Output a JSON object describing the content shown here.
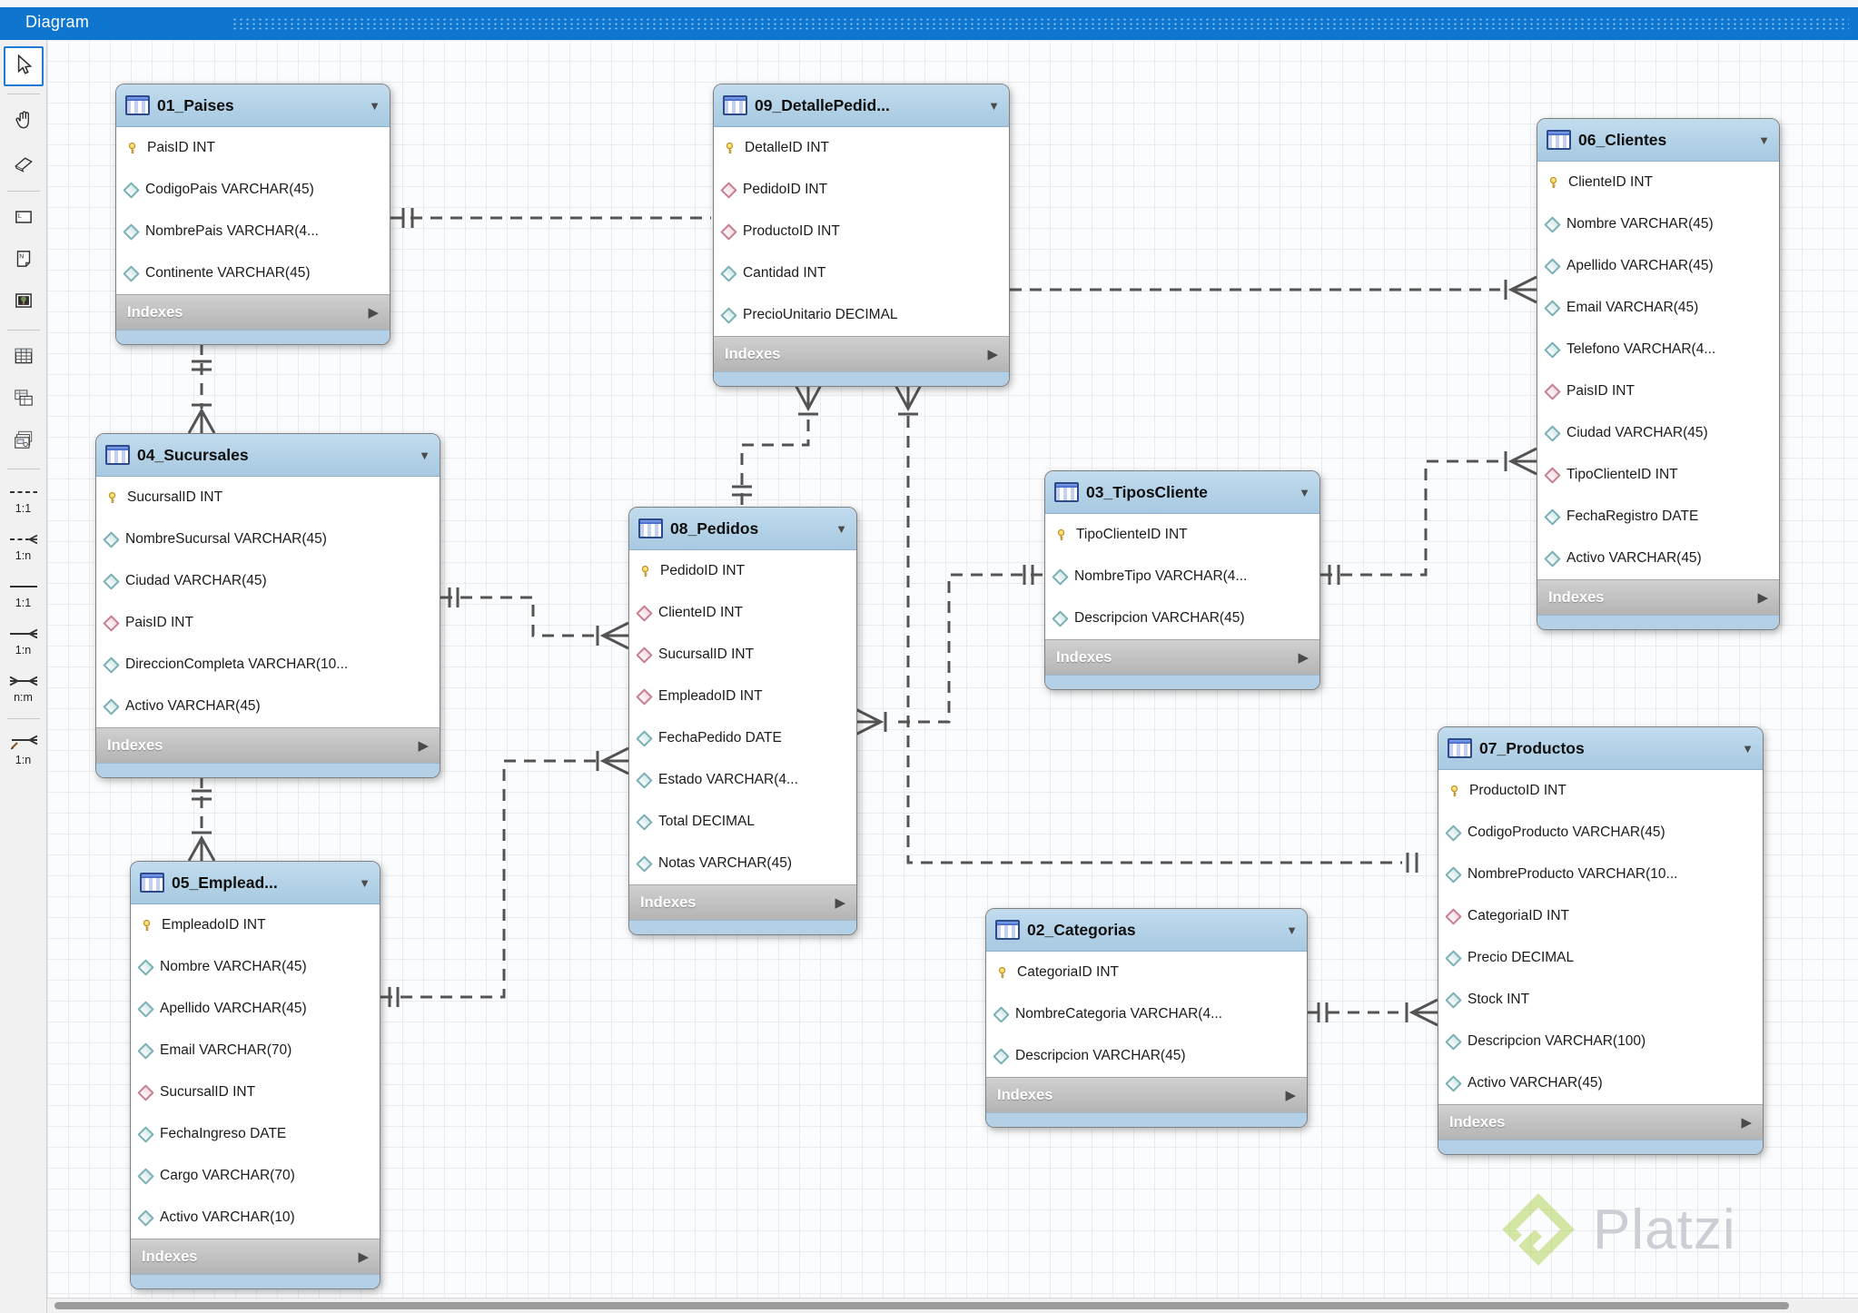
{
  "titlebar": {
    "title": "Diagram"
  },
  "labels": {
    "indexes": "Indexes"
  },
  "toolbar": {
    "tools": [
      {
        "name": "select-tool",
        "icon": "cursor-icon",
        "selected": true
      },
      {
        "sep": true
      },
      {
        "name": "pan-tool",
        "icon": "hand-icon"
      },
      {
        "name": "eraser-tool",
        "icon": "eraser-icon"
      },
      {
        "sep": true
      },
      {
        "name": "layer-tool",
        "icon": "layer-icon"
      },
      {
        "name": "note-tool",
        "icon": "note-icon"
      },
      {
        "name": "image-tool",
        "icon": "image-icon"
      },
      {
        "sep": true
      },
      {
        "name": "table-tool",
        "icon": "table-icon"
      },
      {
        "name": "view-tool",
        "icon": "view-icon"
      },
      {
        "name": "routine-group-tool",
        "icon": "routine-group-icon"
      },
      {
        "sep": true
      },
      {
        "name": "rel-1-1-non-identifying-tool",
        "icon": "rel-1-1-dashed-icon",
        "label": "1:1"
      },
      {
        "name": "rel-1-n-non-identifying-tool",
        "icon": "rel-1-n-dashed-icon",
        "label": "1:n"
      },
      {
        "name": "rel-1-1-identifying-tool",
        "icon": "rel-1-1-solid-icon",
        "label": "1:1"
      },
      {
        "name": "rel-1-n-identifying-tool",
        "icon": "rel-1-n-solid-icon",
        "label": "1:n"
      },
      {
        "name": "rel-n-m-tool",
        "icon": "rel-n-m-icon",
        "label": "n:m"
      },
      {
        "sep": true
      },
      {
        "name": "rel-1-n-pick-tool",
        "icon": "rel-1-n-pick-icon",
        "label": "1:n"
      }
    ]
  },
  "tables": [
    {
      "key": "paises",
      "title": "01_Paises",
      "columns": [
        {
          "kind": "pk",
          "text": "PaisID INT"
        },
        {
          "kind": "col",
          "text": "CodigoPais VARCHAR(45)"
        },
        {
          "kind": "col",
          "text": "NombrePais VARCHAR(4..."
        },
        {
          "kind": "col",
          "text": "Continente VARCHAR(45)"
        }
      ]
    },
    {
      "key": "detallepedidos",
      "title": "09_DetallePedid...",
      "columns": [
        {
          "kind": "pk",
          "text": "DetalleID INT"
        },
        {
          "kind": "fk",
          "text": "PedidoID INT"
        },
        {
          "kind": "fk",
          "text": "ProductoID INT"
        },
        {
          "kind": "col",
          "text": "Cantidad INT"
        },
        {
          "kind": "col",
          "text": "PrecioUnitario DECIMAL"
        }
      ]
    },
    {
      "key": "clientes",
      "title": "06_Clientes",
      "columns": [
        {
          "kind": "pk",
          "text": "ClienteID INT"
        },
        {
          "kind": "col",
          "text": "Nombre VARCHAR(45)"
        },
        {
          "kind": "col",
          "text": "Apellido VARCHAR(45)"
        },
        {
          "kind": "col",
          "text": "Email VARCHAR(45)"
        },
        {
          "kind": "col",
          "text": "Telefono VARCHAR(4..."
        },
        {
          "kind": "fk",
          "text": "PaisID INT"
        },
        {
          "kind": "col",
          "text": "Ciudad VARCHAR(45)"
        },
        {
          "kind": "fk",
          "text": "TipoClienteID INT"
        },
        {
          "kind": "col",
          "text": "FechaRegistro DATE"
        },
        {
          "kind": "col",
          "text": "Activo VARCHAR(45)"
        }
      ]
    },
    {
      "key": "sucursales",
      "title": "04_Sucursales",
      "columns": [
        {
          "kind": "pk",
          "text": "SucursalID INT"
        },
        {
          "kind": "col",
          "text": "NombreSucursal VARCHAR(45)"
        },
        {
          "kind": "col",
          "text": "Ciudad VARCHAR(45)"
        },
        {
          "kind": "fk",
          "text": "PaisID INT"
        },
        {
          "kind": "col",
          "text": "DireccionCompleta VARCHAR(10..."
        },
        {
          "kind": "col",
          "text": "Activo VARCHAR(45)"
        }
      ]
    },
    {
      "key": "pedidos",
      "title": "08_Pedidos",
      "columns": [
        {
          "kind": "pk",
          "text": "PedidoID INT"
        },
        {
          "kind": "fk",
          "text": "ClienteID INT"
        },
        {
          "kind": "fk",
          "text": "SucursalID INT"
        },
        {
          "kind": "fk",
          "text": "EmpleadoID INT"
        },
        {
          "kind": "col",
          "text": "FechaPedido DATE"
        },
        {
          "kind": "col",
          "text": "Estado VARCHAR(4..."
        },
        {
          "kind": "col",
          "text": "Total DECIMAL"
        },
        {
          "kind": "col",
          "text": "Notas VARCHAR(45)"
        }
      ]
    },
    {
      "key": "tiposcliente",
      "title": "03_TiposCliente",
      "columns": [
        {
          "kind": "pk",
          "text": "TipoClienteID INT"
        },
        {
          "kind": "col",
          "text": "NombreTipo VARCHAR(4..."
        },
        {
          "kind": "col",
          "text": "Descripcion VARCHAR(45)"
        }
      ]
    },
    {
      "key": "productos",
      "title": "07_Productos",
      "columns": [
        {
          "kind": "pk",
          "text": "ProductoID INT"
        },
        {
          "kind": "col",
          "text": "CodigoProducto VARCHAR(45)"
        },
        {
          "kind": "col",
          "text": "NombreProducto VARCHAR(10..."
        },
        {
          "kind": "fk",
          "text": "CategoriaID INT"
        },
        {
          "kind": "col",
          "text": "Precio DECIMAL"
        },
        {
          "kind": "col",
          "text": "Stock INT"
        },
        {
          "kind": "col",
          "text": "Descripcion VARCHAR(100)"
        },
        {
          "kind": "col",
          "text": "Activo VARCHAR(45)"
        }
      ]
    },
    {
      "key": "empleados",
      "title": "05_Emplead...",
      "columns": [
        {
          "kind": "pk",
          "text": "EmpleadoID INT"
        },
        {
          "kind": "col",
          "text": "Nombre VARCHAR(45)"
        },
        {
          "kind": "col",
          "text": "Apellido VARCHAR(45)"
        },
        {
          "kind": "col",
          "text": "Email VARCHAR(70)"
        },
        {
          "kind": "fk",
          "text": "SucursalID INT"
        },
        {
          "kind": "col",
          "text": "FechaIngreso DATE"
        },
        {
          "kind": "col",
          "text": "Cargo VARCHAR(70)"
        },
        {
          "kind": "col",
          "text": "Activo VARCHAR(10)"
        }
      ]
    },
    {
      "key": "categorias",
      "title": "02_Categorias",
      "columns": [
        {
          "kind": "pk",
          "text": "CategoriaID INT"
        },
        {
          "kind": "col",
          "text": "NombreCategoria VARCHAR(4..."
        },
        {
          "kind": "col",
          "text": "Descripcion VARCHAR(45)"
        }
      ]
    }
  ],
  "relationships": [
    {
      "from": "01_Paises",
      "to": "04_Sucursales",
      "cardinality": "1:n",
      "line": "dashed"
    },
    {
      "from": "01_Paises",
      "to": "06_Clientes",
      "cardinality": "1:n",
      "line": "dashed"
    },
    {
      "from": "03_TiposCliente",
      "to": "06_Clientes",
      "cardinality": "1:n",
      "line": "dashed"
    },
    {
      "from": "03_TiposCliente",
      "to": "08_Pedidos",
      "cardinality": "1:n",
      "line": "dashed"
    },
    {
      "from": "04_Sucursales",
      "to": "08_Pedidos",
      "cardinality": "1:n",
      "line": "dashed"
    },
    {
      "from": "04_Sucursales",
      "to": "05_Emplead...",
      "cardinality": "1:n",
      "line": "dashed"
    },
    {
      "from": "05_Emplead...",
      "to": "08_Pedidos",
      "cardinality": "1:n",
      "line": "dashed"
    },
    {
      "from": "08_Pedidos",
      "to": "09_DetallePedid...",
      "cardinality": "1:n",
      "line": "dashed"
    },
    {
      "from": "07_Productos",
      "to": "09_DetallePedid...",
      "cardinality": "1:n",
      "line": "dashed"
    },
    {
      "from": "02_Categorias",
      "to": "07_Productos",
      "cardinality": "1:n",
      "line": "dashed"
    }
  ],
  "watermark": {
    "text": "Platzi"
  },
  "colors": {
    "titlebar_blue": "#0f76d0",
    "table_header_blue": "#b3d2e8",
    "selected_tool_border": "#1f7ad8",
    "connector_gray": "#545454",
    "platzi_green": "#a8cf3f"
  }
}
